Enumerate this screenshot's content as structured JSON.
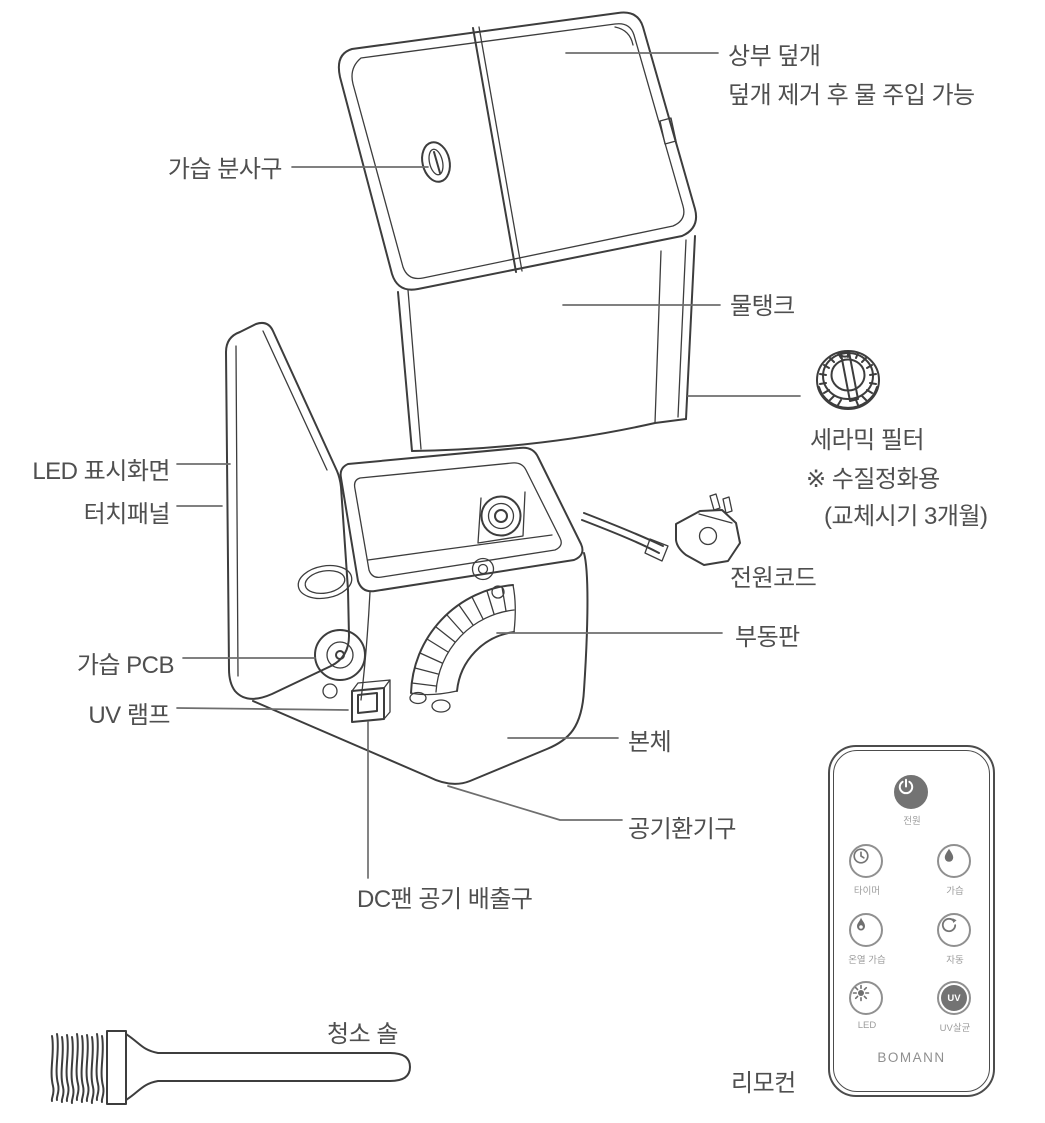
{
  "labels": {
    "top_cover": {
      "title": "상부 덮개",
      "subtitle": "덮개 제거 후 물 주입 가능"
    },
    "mist_nozzle": "가습 분사구",
    "water_tank": "물탱크",
    "ceramic_filter": {
      "name": "세라믹 필터",
      "note_line1": "※ 수질정화용",
      "note_line2": "(교체시기 3개월)"
    },
    "power_cord": "전원코드",
    "led_display": "LED 표시화면",
    "touch_panel": "터치패널",
    "humidify_pcb": "가습 PCB",
    "uv_lamp": "UV 램프",
    "float_plate": "부동판",
    "main_body": "본체",
    "air_vent": "공기환기구",
    "dc_fan_outlet": "DC팬 공기 배출구",
    "cleaning_brush": "청소 솔",
    "remote_control": "리모컨"
  },
  "remote": {
    "brand": "BOMANN",
    "buttons": {
      "power": "전원",
      "timer": "타이머",
      "humidify": "가습",
      "warm_humidify": "온열 가습",
      "auto": "자동",
      "led": "LED",
      "uv": "UV살균",
      "uv_icon_text": "UV"
    }
  },
  "colors": {
    "line_art": "#3d3d3d",
    "label_text": "#4f4f4f",
    "leader_line": "#6e6e6e",
    "remote_outline": "#4c4c4c",
    "button_fill": "#737373",
    "button_outline": "#909090",
    "button_label": "#9c9c9c"
  }
}
